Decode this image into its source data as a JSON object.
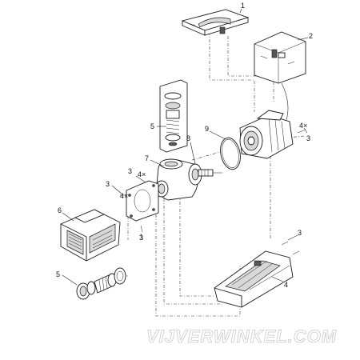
{
  "callouts": {
    "c1": "1",
    "c2": "2",
    "c3a": "3",
    "c3b": "3",
    "c3c": "3",
    "c3d": "3",
    "c3e": "3",
    "c4": "4",
    "c5a": "5",
    "c5b": "5",
    "c6": "6",
    "c7": "7",
    "c8": "8",
    "c9": "9",
    "qty_top": "4×",
    "qty_mid": "4×",
    "qty_left": "4×"
  },
  "watermark": "VIJVERWINKEL.COM"
}
